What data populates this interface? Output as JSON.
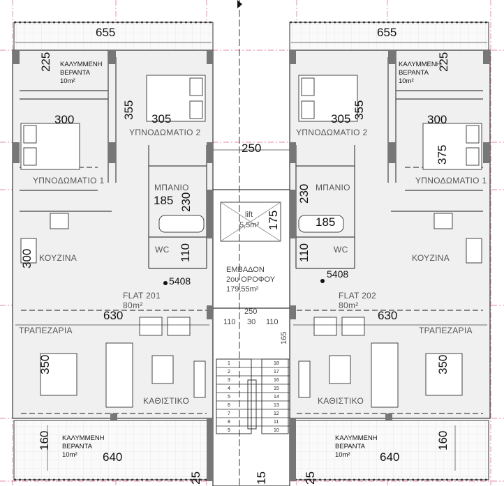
{
  "title": "Floor plan - 2nd floor",
  "flat_left": {
    "top_width": "655",
    "top_depth": "225",
    "top_veranda": {
      "name": "ΚΑΛΥΜΜΕΝΗ",
      "name2": "ΒΕΡΑΝΤΑ",
      "area": "10m²"
    },
    "bedroom2": {
      "label": "ΥΠΝΟΔΩΜΑΤΙΟ 2",
      "width": "305",
      "depth": "355"
    },
    "bedroom1": {
      "label": "ΥΠΝΟΔΩΜΑΤΙΟ 1",
      "width": "300"
    },
    "bathroom": {
      "label": "ΜΠΑΝΙΟ",
      "width": "185",
      "depth": "230"
    },
    "wc": {
      "label": "WC",
      "depth": "110"
    },
    "kitchen": {
      "label": "ΚΟΥΖΙΝΑ",
      "depth": "300"
    },
    "door_code": "5408",
    "flat_name": "FLAT 201",
    "flat_area": "80m²",
    "living_width": "630",
    "dining": {
      "label": "ΤΡΑΠΕΖΑΡΙΑ",
      "depth": "350"
    },
    "living": {
      "label": "ΚΑΘΙΣΤΙΚΟ"
    },
    "bottom_veranda": {
      "name": "ΚΑΛΥΜΜΕΝΗ",
      "name2": "ΒΕΡΑΝΤΑ",
      "area": "10m²",
      "width": "640",
      "depth": "160"
    },
    "edge_dim": "25"
  },
  "flat_right": {
    "top_width": "655",
    "top_depth": "225",
    "top_veranda": {
      "name": "ΚΑΛΥΜΜΕΝΗ",
      "name2": "ΒΕΡΑΝΤΑ",
      "area": "10m²"
    },
    "bedroom2": {
      "label": "ΥΠΝΟΔΩΜΑΤΙΟ 2",
      "width": "305",
      "depth": "355"
    },
    "bedroom1": {
      "label": "ΥΠΝΟΔΩΜΑΤΙΟ 1",
      "width": "300",
      "depth": "375"
    },
    "bathroom": {
      "label": "ΜΠΑΝΙΟ",
      "width": "185",
      "depth": "230"
    },
    "wc": {
      "label": "WC",
      "depth": "110"
    },
    "kitchen": {
      "label": "ΚΟΥΖΙΝΑ"
    },
    "door_code": "5408",
    "flat_name": "FLAT 202",
    "flat_area": "80m²",
    "living_width": "630",
    "dining": {
      "label": "ΤΡΑΠΕΖΑΡΙΑ",
      "depth": "350"
    },
    "living": {
      "label": "ΚΑΘΙΣΤΙΚΟ"
    },
    "bottom_veranda": {
      "name": "ΚΑΛΥΜΜΕΝΗ",
      "name2": "ΒΕΡΑΝΤΑ",
      "area": "10m²",
      "width": "640",
      "depth": "160"
    },
    "edge_dim": "25"
  },
  "core": {
    "corridor_width": "250",
    "lift": {
      "label": "lift",
      "area": "5,5m²",
      "depth": "175"
    },
    "floor_area": {
      "line1": "ΕΜΒΑΔΟΝ",
      "line2": "2ου ΟΡΟΦΟΥ",
      "line3": "179,55m²"
    },
    "stair_width": "250",
    "stair_parts": [
      "110",
      "30",
      "110"
    ],
    "landing_depth": "165",
    "stair_left": [
      "1",
      "2",
      "3",
      "4",
      "5",
      "6",
      "7",
      "8",
      "9"
    ],
    "stair_right": [
      "18",
      "17",
      "16",
      "15",
      "14",
      "13",
      "12",
      "11",
      "10"
    ],
    "bottom_dim": "15"
  }
}
